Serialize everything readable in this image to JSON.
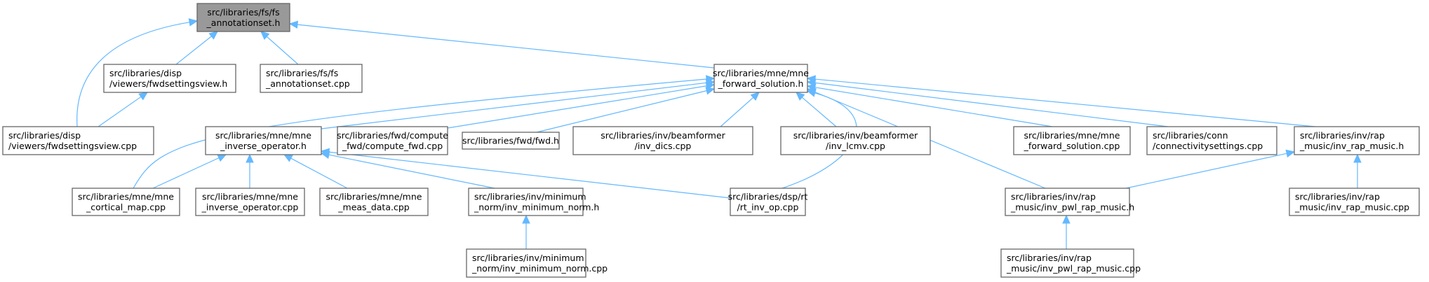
{
  "diagram": {
    "type": "include-dependency-graph",
    "colors": {
      "edge": "#63b8ff",
      "node_border": "#666666",
      "root_fill": "#999999",
      "node_fill": "#ffffff"
    },
    "nodes": [
      {
        "id": "root",
        "lines": [
          "src/libraries/fs/fs",
          "_annotationset.h"
        ],
        "root": true
      },
      {
        "id": "fwdsettingsview_h",
        "lines": [
          "src/libraries/disp",
          "/viewers/fwdsettingsview.h"
        ]
      },
      {
        "id": "annotationset_cpp",
        "lines": [
          "src/libraries/fs/fs",
          "_annotationset.cpp"
        ]
      },
      {
        "id": "mne_forward_solution_h",
        "lines": [
          "src/libraries/mne/mne",
          "_forward_solution.h"
        ]
      },
      {
        "id": "fwdsettingsview_cpp",
        "lines": [
          "src/libraries/disp",
          "/viewers/fwdsettingsview.cpp"
        ]
      },
      {
        "id": "mne_inverse_operator_h",
        "lines": [
          "src/libraries/mne/mne",
          "_inverse_operator.h"
        ]
      },
      {
        "id": "compute_fwd_cpp",
        "lines": [
          "src/libraries/fwd/compute",
          "_fwd/compute_fwd.cpp"
        ]
      },
      {
        "id": "fwd_h",
        "lines": [
          "src/libraries/fwd/fwd.h"
        ]
      },
      {
        "id": "inv_dics_cpp",
        "lines": [
          "src/libraries/inv/beamformer",
          "/inv_dics.cpp"
        ]
      },
      {
        "id": "inv_lcmv_cpp",
        "lines": [
          "src/libraries/inv/beamformer",
          "/inv_lcmv.cpp"
        ]
      },
      {
        "id": "mne_forward_solution_cpp",
        "lines": [
          "src/libraries/mne/mne",
          "_forward_solution.cpp"
        ]
      },
      {
        "id": "connectivitysettings_cpp",
        "lines": [
          "src/libraries/conn",
          "/connectivitysettings.cpp"
        ]
      },
      {
        "id": "inv_rap_music_h",
        "lines": [
          "src/libraries/inv/rap",
          "_music/inv_rap_music.h"
        ]
      },
      {
        "id": "mne_cortical_map_cpp",
        "lines": [
          "src/libraries/mne/mne",
          "_cortical_map.cpp"
        ]
      },
      {
        "id": "mne_inverse_operator_cpp",
        "lines": [
          "src/libraries/mne/mne",
          "_inverse_operator.cpp"
        ]
      },
      {
        "id": "mne_meas_data_cpp",
        "lines": [
          "src/libraries/mne/mne",
          "_meas_data.cpp"
        ]
      },
      {
        "id": "inv_minimum_norm_h",
        "lines": [
          "src/libraries/inv/minimum",
          "_norm/inv_minimum_norm.h"
        ]
      },
      {
        "id": "rt_inv_op_cpp",
        "lines": [
          "src/libraries/dsp/rt",
          "/rt_inv_op.cpp"
        ]
      },
      {
        "id": "inv_pwl_rap_music_h",
        "lines": [
          "src/libraries/inv/rap",
          "_music/inv_pwl_rap_music.h"
        ]
      },
      {
        "id": "inv_rap_music_cpp",
        "lines": [
          "src/libraries/inv/rap",
          "_music/inv_rap_music.cpp"
        ]
      },
      {
        "id": "inv_minimum_norm_cpp",
        "lines": [
          "src/libraries/inv/minimum",
          "_norm/inv_minimum_norm.cpp"
        ]
      },
      {
        "id": "inv_pwl_rap_music_cpp",
        "lines": [
          "src/libraries/inv/rap",
          "_music/inv_pwl_rap_music.cpp"
        ]
      }
    ],
    "edges": [
      {
        "from": "fwdsettingsview_h",
        "to": "root"
      },
      {
        "from": "annotationset_cpp",
        "to": "root"
      },
      {
        "from": "mne_forward_solution_h",
        "to": "root"
      },
      {
        "from": "fwdsettingsview_cpp",
        "to": "root"
      },
      {
        "from": "fwdsettingsview_cpp",
        "to": "fwdsettingsview_h"
      },
      {
        "from": "mne_inverse_operator_h",
        "to": "mne_forward_solution_h"
      },
      {
        "from": "compute_fwd_cpp",
        "to": "mne_forward_solution_h"
      },
      {
        "from": "fwd_h",
        "to": "mne_forward_solution_h"
      },
      {
        "from": "inv_dics_cpp",
        "to": "mne_forward_solution_h"
      },
      {
        "from": "inv_lcmv_cpp",
        "to": "mne_forward_solution_h"
      },
      {
        "from": "mne_forward_solution_cpp",
        "to": "mne_forward_solution_h"
      },
      {
        "from": "connectivitysettings_cpp",
        "to": "mne_forward_solution_h"
      },
      {
        "from": "inv_rap_music_h",
        "to": "mne_forward_solution_h"
      },
      {
        "from": "mne_cortical_map_cpp",
        "to": "mne_forward_solution_h"
      },
      {
        "from": "rt_inv_op_cpp",
        "to": "mne_forward_solution_h"
      },
      {
        "from": "inv_pwl_rap_music_h",
        "to": "mne_forward_solution_h"
      },
      {
        "from": "mne_cortical_map_cpp",
        "to": "mne_inverse_operator_h"
      },
      {
        "from": "mne_inverse_operator_cpp",
        "to": "mne_inverse_operator_h"
      },
      {
        "from": "mne_meas_data_cpp",
        "to": "mne_inverse_operator_h"
      },
      {
        "from": "inv_minimum_norm_h",
        "to": "mne_inverse_operator_h"
      },
      {
        "from": "rt_inv_op_cpp",
        "to": "mne_inverse_operator_h"
      },
      {
        "from": "inv_pwl_rap_music_h",
        "to": "inv_rap_music_h"
      },
      {
        "from": "inv_rap_music_cpp",
        "to": "inv_rap_music_h"
      },
      {
        "from": "inv_minimum_norm_cpp",
        "to": "inv_minimum_norm_h"
      },
      {
        "from": "inv_pwl_rap_music_cpp",
        "to": "inv_pwl_rap_music_h"
      }
    ]
  }
}
